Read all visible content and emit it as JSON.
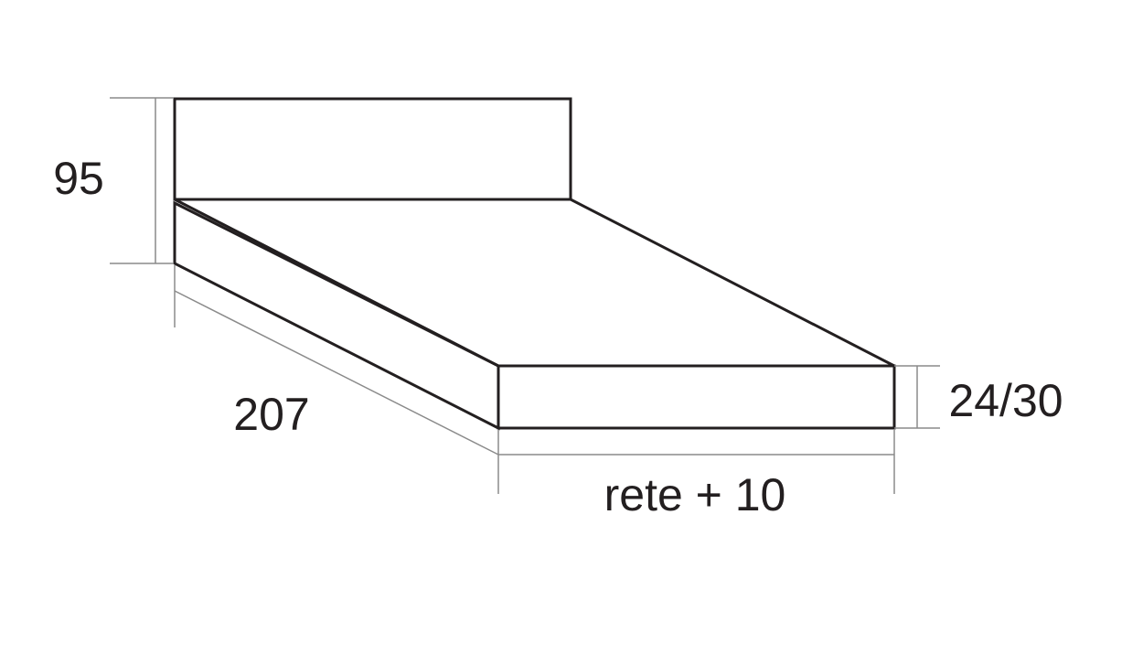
{
  "title": "Bed dimensions diagram",
  "dimensions": {
    "height_headboard": "95",
    "length": "207",
    "frame_height": "24/30",
    "width": "rete + 10"
  },
  "colors": {
    "line": "#231f20",
    "dimension_line": "#8a8a8a",
    "background": "#ffffff"
  }
}
